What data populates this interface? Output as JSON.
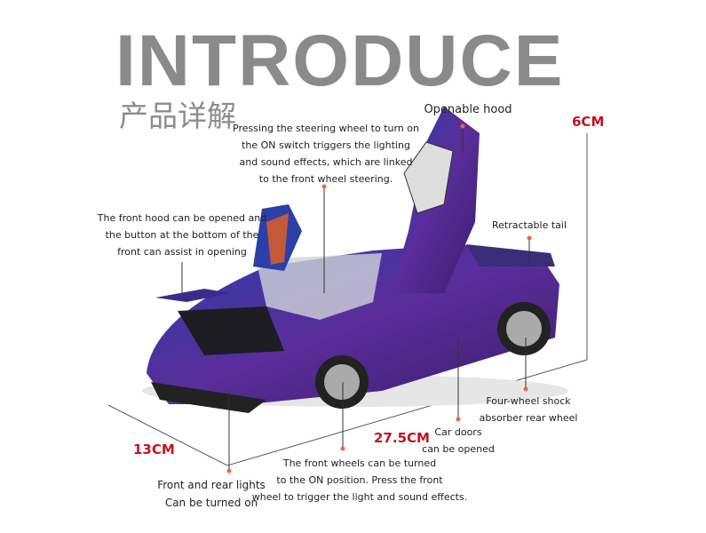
{
  "title": "INTRODUCE",
  "subtitle": "产品详解",
  "dimensions": {
    "height": "6CM",
    "length": "27.5CM",
    "width": "13CM"
  },
  "features": {
    "steering": [
      "Pressing the steering wheel to turn on",
      "the ON switch triggers the lighting",
      "and sound effects, which are linked",
      "to the front wheel steering."
    ],
    "hood": [
      "Openable hood"
    ],
    "front_hood": [
      "The front hood can be opened and",
      "the button at the bottom of the",
      "front can assist in opening"
    ],
    "tail": [
      "Retractable tail"
    ],
    "shock": [
      "Four-wheel shock",
      "absorber rear wheel"
    ],
    "doors": [
      "Car doors",
      "can be opened"
    ],
    "front_wheels": [
      "The front wheels can be turned",
      "to the ON position. Press the front",
      "wheel to trigger the light and sound effects."
    ],
    "lights": [
      "Front and rear lights",
      "Can be turned on"
    ]
  },
  "colors": {
    "accent": "#c4131b",
    "dot": "#f0643c",
    "car": "#4a2a8a"
  }
}
